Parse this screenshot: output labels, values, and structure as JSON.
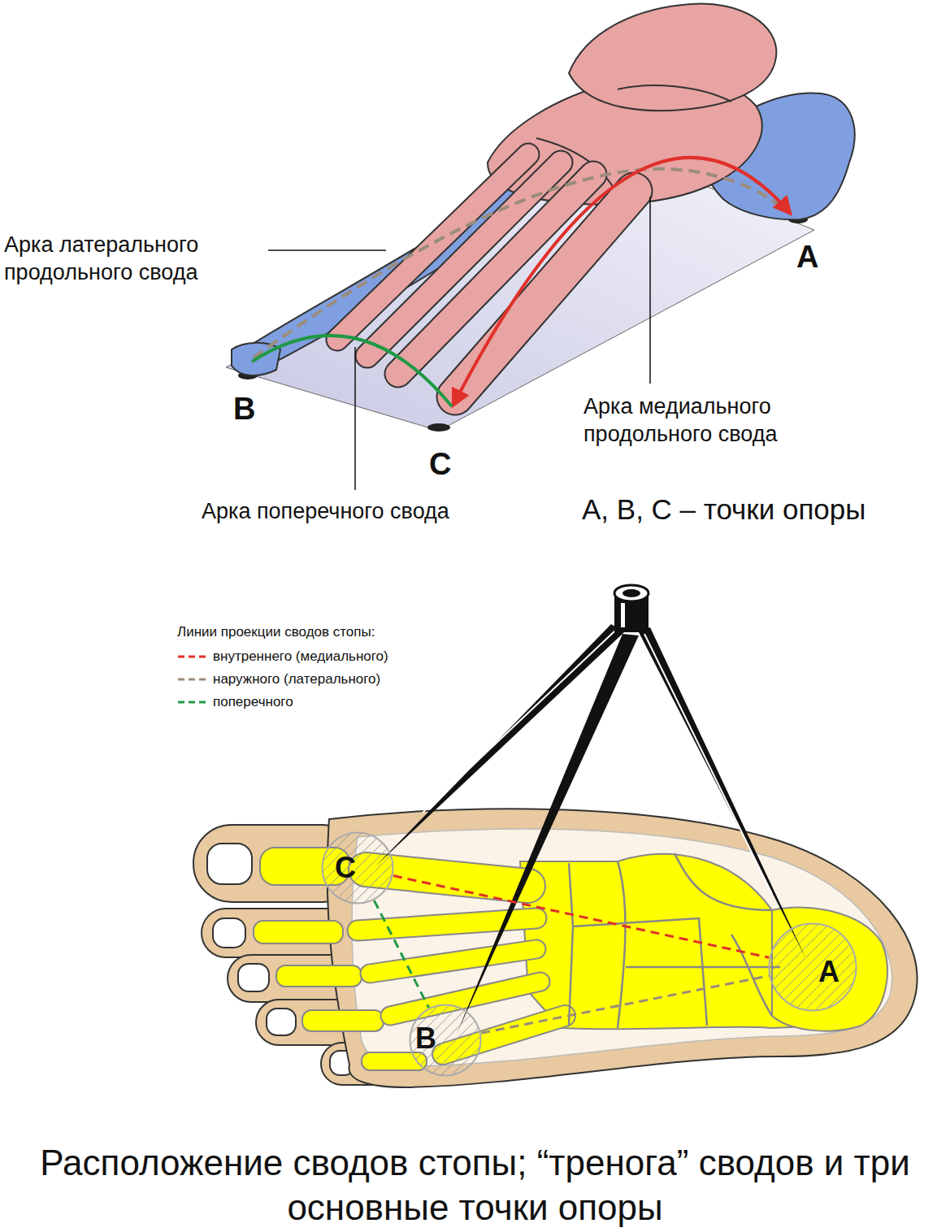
{
  "diagram": {
    "caption": "Расположение сводов стопы; “тренога” сводов и три основные точки опоры",
    "nodes": [
      {
        "text": [
          "C"
        ]
      },
      {
        "text": [
          "A"
        ]
      },
      {
        "text": [
          "B"
        ]
      }
    ],
    "edges": [
      {
        "from": 0,
        "to": 1,
        "arrow": "none"
      },
      {
        "from": 2,
        "to": 1,
        "arrow": "none"
      },
      {
        "from": 0,
        "to": 2,
        "arrow": "none"
      }
    ],
    "labels": [
      "Арка латерального продольного свода",
      "A",
      "Арка медиального продольного свода",
      "B",
      "C",
      "Арка поперечного свода",
      "A, B, C – точки опоры",
      "Линии проекции сводов стопы:"
    ],
    "legend": [
      {
        "text": "внутреннего (медиального)"
      },
      {
        "text": "наружного (латерального)"
      },
      {
        "text": "поперечного"
      }
    ]
  }
}
